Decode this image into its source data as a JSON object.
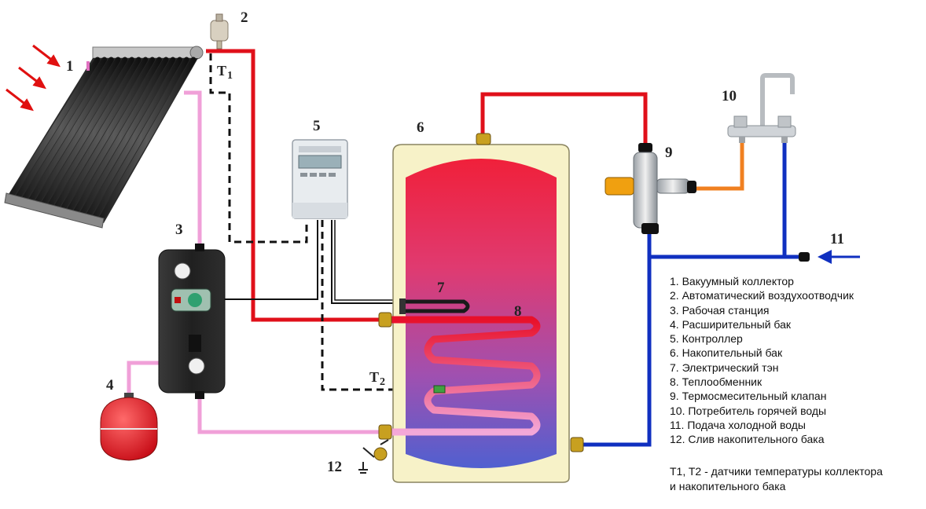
{
  "callouts": {
    "n1": "1",
    "n2": "2",
    "n3": "3",
    "n4": "4",
    "n5": "5",
    "n6": "6",
    "n7": "7",
    "n8": "8",
    "n9": "9",
    "n10": "10",
    "n11": "11",
    "n12": "12"
  },
  "sensors": {
    "t1": "T",
    "t1_sub": "1",
    "t2": "T",
    "t2_sub": "2"
  },
  "legend": [
    "1. Вакуумный коллектор",
    "2. Автоматический воздухоотводчик",
    "3. Рабочая станция",
    "4. Расширительный бак",
    "5. Контроллер",
    "6. Накопительный бак",
    "7. Электрический тэн",
    "8. Теплообменник",
    "9. Термосмесительный клапан",
    "10. Потребитель горячей воды",
    "11. Подача холодной воды",
    "12. Слив накопительного бака"
  ],
  "note": {
    "line1": "T1, T2 - датчики температуры коллектора",
    "line2": "и накопительного бака"
  },
  "colors": {
    "hot_pipe": "#e0101a",
    "cold_pipe": "#1030c0",
    "return_pipe": "#f0a0d8",
    "consumer_pipe": "#f08020",
    "sensor_wire": "#111111",
    "tank_shell": "#f7f2c8"
  }
}
